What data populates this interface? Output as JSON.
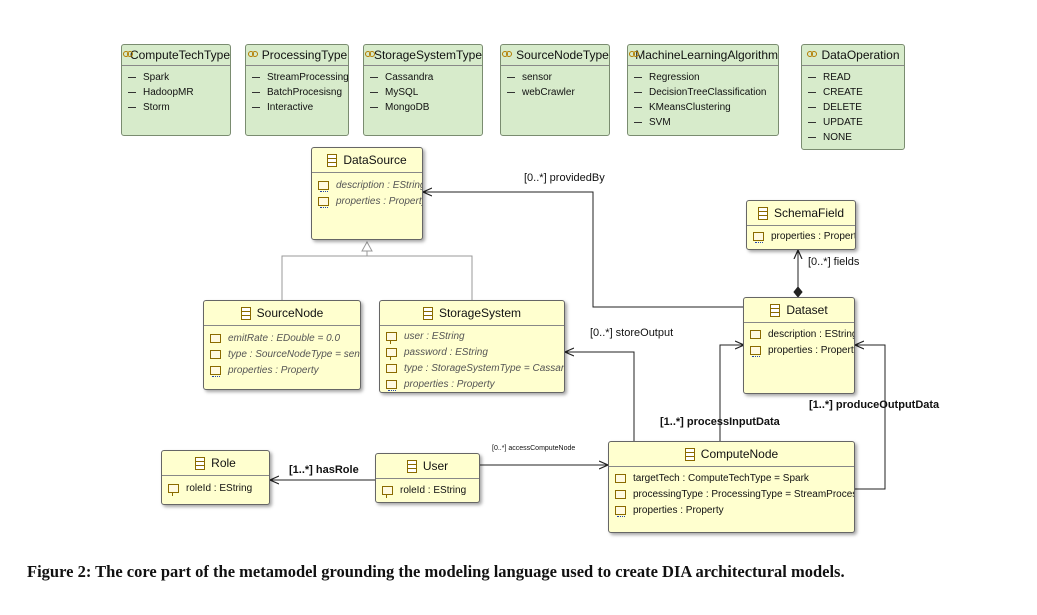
{
  "enums": [
    {
      "name": "ComputeTechType",
      "literals": [
        "Spark",
        "HadoopMR",
        "Storm"
      ]
    },
    {
      "name": "ProcessingType",
      "literals": [
        "StreamProcessing",
        "BatchProcesisng",
        "Interactive"
      ]
    },
    {
      "name": "StorageSystemType",
      "literals": [
        "Cassandra",
        "MySQL",
        "MongoDB"
      ]
    },
    {
      "name": "SourceNodeType",
      "literals": [
        "sensor",
        "webCrawler"
      ]
    },
    {
      "name": "MachineLearningAlgorithm",
      "literals": [
        "Regression",
        "DecisionTreeClassification",
        "KMeansClustering",
        "SVM"
      ]
    },
    {
      "name": "DataOperation",
      "literals": [
        "READ",
        "CREATE",
        "DELETE",
        "UPDATE",
        "NONE"
      ]
    }
  ],
  "classes": {
    "datasource": {
      "name": "DataSource",
      "attrs": [
        "description : EString",
        "properties : Property"
      ]
    },
    "sourcenode": {
      "name": "SourceNode",
      "attrs": [
        "emitRate : EDouble = 0.0",
        "type : SourceNodeType = sensor",
        "properties : Property"
      ]
    },
    "storagesystem": {
      "name": "StorageSystem",
      "attrs": [
        "user : EString",
        "password : EString",
        "type : StorageSystemType = Cassandra",
        "properties : Property"
      ]
    },
    "schemafield": {
      "name": "SchemaField",
      "attrs": [
        "properties : Property"
      ]
    },
    "dataset": {
      "name": "Dataset",
      "attrs": [
        "description : EString",
        "properties : Property"
      ]
    },
    "role": {
      "name": "Role",
      "attrs": [
        "roleId : EString"
      ]
    },
    "user": {
      "name": "User",
      "attrs": [
        "roleId : EString"
      ]
    },
    "computenode": {
      "name": "ComputeNode",
      "attrs": [
        "targetTech : ComputeTechType = Spark",
        "processingType : ProcessingType = StreamProcessing",
        "properties : Property"
      ]
    }
  },
  "edges": {
    "provided_by": "[0..*] providedBy",
    "fields": "[0..*] fields",
    "store_output": "[0..*] storeOutput",
    "process_input": "[1..*] processInputData",
    "produce_output": "[1..*] produceOutputData",
    "has_role": "[1..*] hasRole",
    "access_compute": "[0..*] accessComputeNode"
  },
  "caption": "Figure 2: The core part of the metamodel grounding the modeling language used to create DIA architectural models."
}
